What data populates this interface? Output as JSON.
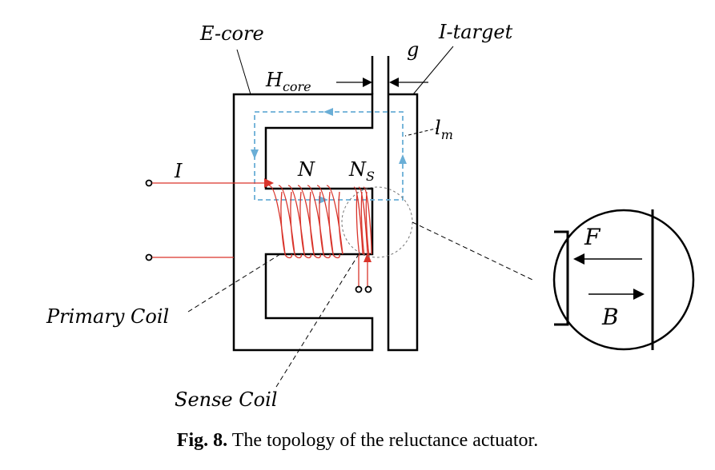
{
  "labels": {
    "ecore": "E-core",
    "itarget": "I-target",
    "g": "g",
    "hcore_main": "H",
    "hcore_sub": "core",
    "lm_main": "l",
    "lm_sub": "m",
    "current": "I",
    "n": "N",
    "ns_main": "N",
    "ns_sub": "S",
    "primary_coil": "Primary Coil",
    "sense_coil": "Sense Coil",
    "force": "F",
    "field": "B"
  },
  "caption": {
    "number": "Fig. 8.",
    "text": "The topology of the reluctance actuator."
  },
  "colors": {
    "core": "#000000",
    "coil": "#d9342b",
    "flux_path": "#6aaed6"
  }
}
